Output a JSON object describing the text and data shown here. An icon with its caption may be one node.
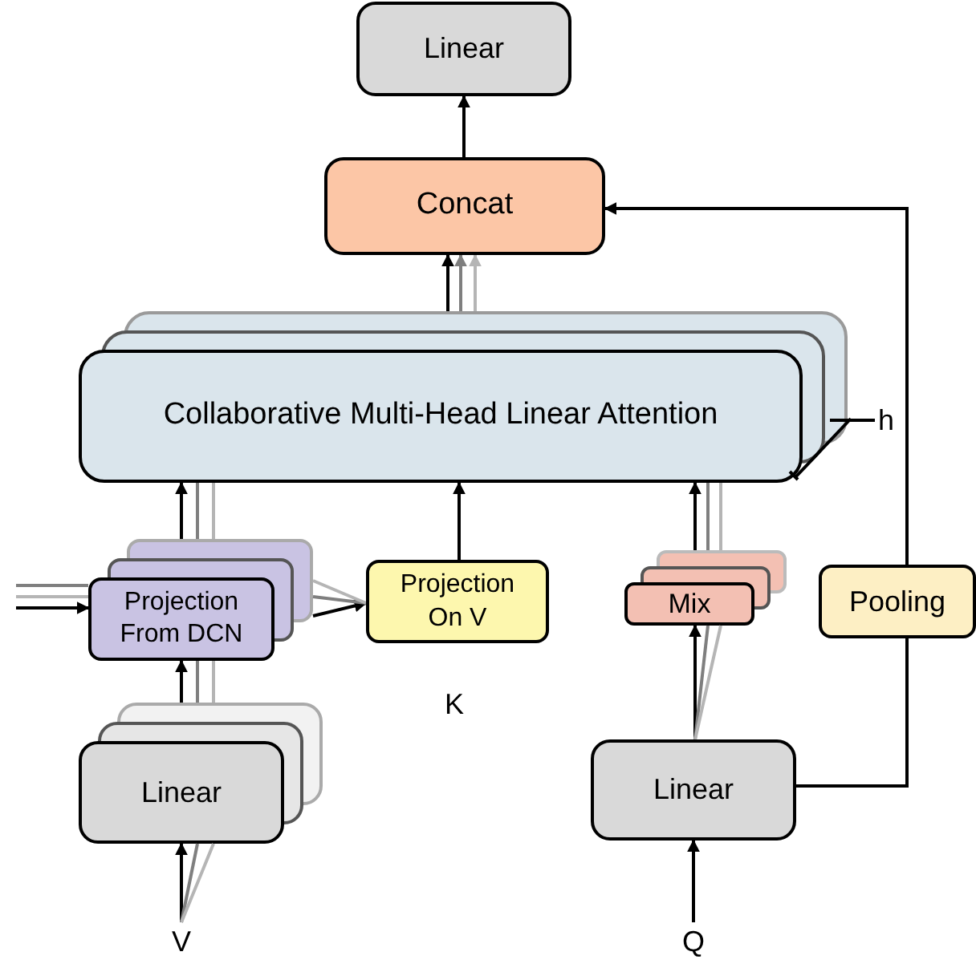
{
  "diagram": {
    "nodes": [
      {
        "text": [
          "Linear"
        ]
      },
      {
        "text": [
          "Concat"
        ]
      },
      {
        "text": [
          "Collaborative Multi-Head Linear Attention"
        ]
      },
      {
        "text": [
          "Projection From DCN"
        ]
      },
      {
        "text": [
          "Projection On V"
        ]
      },
      {
        "text": [
          "Mix"
        ]
      },
      {
        "text": [
          "Pooling"
        ]
      },
      {
        "text": [
          "Linear"
        ]
      },
      {
        "text": [
          "Linear"
        ]
      },
      {
        "text": [
          "V"
        ]
      },
      {
        "text": [
          "Q"
        ]
      }
    ],
    "edges": [
      {
        "from": 1,
        "to": 0,
        "arrow": "to"
      },
      {
        "from": 2,
        "to": 1,
        "arrow": "to"
      },
      {
        "from": 3,
        "to": 2,
        "arrow": "to"
      },
      {
        "from": 4,
        "to": 2,
        "arrow": "to"
      },
      {
        "from": 5,
        "to": 2,
        "arrow": "to"
      },
      {
        "from": 6,
        "to": 1,
        "arrow": "to"
      },
      {
        "from": 8,
        "to": 6,
        "arrow": "none"
      },
      {
        "from": 8,
        "to": 5,
        "arrow": "to"
      },
      {
        "from": 7,
        "to": 3,
        "arrow": "to"
      },
      {
        "from": 9,
        "to": 7,
        "arrow": "to"
      },
      {
        "from": 10,
        "to": 8,
        "arrow": "to"
      },
      {
        "from": 3,
        "to": 4,
        "arrow": "to"
      },
      {
        "from": null,
        "to": 3,
        "arrow": "to"
      },
      {
        "from": 2,
        "to": 1,
        "arrow": "to",
        "color": "#7f7f7f"
      },
      {
        "from": 2,
        "to": 1,
        "arrow": "to",
        "color": "#b5b5b5"
      },
      {
        "from": 3,
        "to": 2,
        "arrow": "none",
        "color": "#7f7f7f"
      },
      {
        "from": 3,
        "to": 2,
        "arrow": "none",
        "color": "#b5b5b5"
      },
      {
        "from": 7,
        "to": 3,
        "arrow": "none",
        "color": "#7f7f7f"
      },
      {
        "from": 7,
        "to": 3,
        "arrow": "none",
        "color": "#b5b5b5"
      },
      {
        "from": 5,
        "to": 2,
        "arrow": "none",
        "color": "#7f7f7f"
      },
      {
        "from": 5,
        "to": 2,
        "arrow": "none",
        "color": "#b5b5b5"
      },
      {
        "from": 8,
        "to": 5,
        "arrow": "none",
        "color": "#7f7f7f"
      },
      {
        "from": 8,
        "to": 5,
        "arrow": "none",
        "color": "#b5b5b5"
      },
      {
        "from": 9,
        "to": 7,
        "arrow": "none",
        "color": "#7f7f7f"
      },
      {
        "from": 9,
        "to": 7,
        "arrow": "none",
        "color": "#b5b5b5"
      },
      {
        "from": null,
        "to": 3,
        "arrow": "none",
        "color": "#7f7f7f"
      },
      {
        "from": null,
        "to": 3,
        "arrow": "none",
        "color": "#b5b5b5"
      },
      {
        "from": 3,
        "to": 4,
        "arrow": "none",
        "color": "#7f7f7f"
      },
      {
        "from": 3,
        "to": 4,
        "arrow": "none",
        "color": "#b5b5b5"
      }
    ],
    "labels": [
      "K",
      "h"
    ]
  }
}
